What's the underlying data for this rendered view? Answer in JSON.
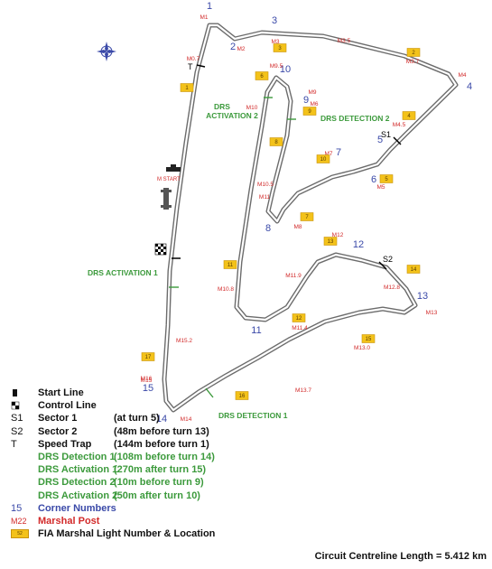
{
  "corners": [
    "1",
    "2",
    "3",
    "4",
    "5",
    "6",
    "7",
    "8",
    "9",
    "10",
    "11",
    "12",
    "13",
    "14",
    "15"
  ],
  "marshal_posts": [
    "M1",
    "M2",
    "M3",
    "M3.5",
    "M3.7",
    "M4",
    "M4.5",
    "M5",
    "M6",
    "M7",
    "M8",
    "M9",
    "M9.5",
    "M10",
    "M10.5",
    "M10.8",
    "M11",
    "M11.4",
    "M11.9",
    "M12",
    "M12.8",
    "M13",
    "M13.0",
    "M13.7",
    "M14",
    "M15",
    "M15.2",
    "M16",
    "M0.7"
  ],
  "lights": [
    "1",
    "2",
    "3",
    "4",
    "5",
    "6",
    "7",
    "8",
    "9",
    "10",
    "11",
    "12",
    "13",
    "14",
    "15",
    "16",
    "17"
  ],
  "track_labels": {
    "drs_activation_2": [
      "DRS",
      "ACTIVATION 2"
    ],
    "drs_detection_2": "DRS DETECTION 2",
    "drs_activation_1": "DRS ACTIVATION 1",
    "drs_detection_1": "DRS DETECTION 1",
    "sector_1": "S1",
    "sector_2": "S2",
    "speed_trap": "T",
    "start": "M START"
  },
  "legend": [
    {
      "key": "start-line-icon",
      "color": "black",
      "name": "Start Line",
      "detail": ""
    },
    {
      "key": "chequered-flag-icon",
      "color": "black",
      "name": "Control Line",
      "detail": ""
    },
    {
      "key": "S1",
      "color": "black",
      "name": "Sector 1",
      "detail": "(at turn 5)"
    },
    {
      "key": "S2",
      "color": "black",
      "name": "Sector 2",
      "detail": "(48m before turn 13)"
    },
    {
      "key": "T",
      "color": "black",
      "name": "Speed Trap",
      "detail": "(144m before turn 1)"
    },
    {
      "key": "",
      "color": "green",
      "name": "DRS Detection 1",
      "detail": "(108m before turn 14)"
    },
    {
      "key": "",
      "color": "green",
      "name": "DRS Activation 1",
      "detail": "(270m after turn 15)"
    },
    {
      "key": "",
      "color": "green",
      "name": "DRS Detection 2",
      "detail": "(10m before turn 9)"
    },
    {
      "key": "",
      "color": "green",
      "name": "DRS Activation 2",
      "detail": "(50m after turn 10)"
    },
    {
      "key": "15",
      "color": "blue",
      "name": "Corner Numbers",
      "detail": ""
    },
    {
      "key": "M22",
      "color": "red",
      "name": "Marshal Post",
      "detail": ""
    },
    {
      "key": "52",
      "color": "box",
      "name": "FIA Marshal Light Number & Location",
      "detail": ""
    }
  ],
  "footer": "Circuit Centreline Length = 5.412 km"
}
